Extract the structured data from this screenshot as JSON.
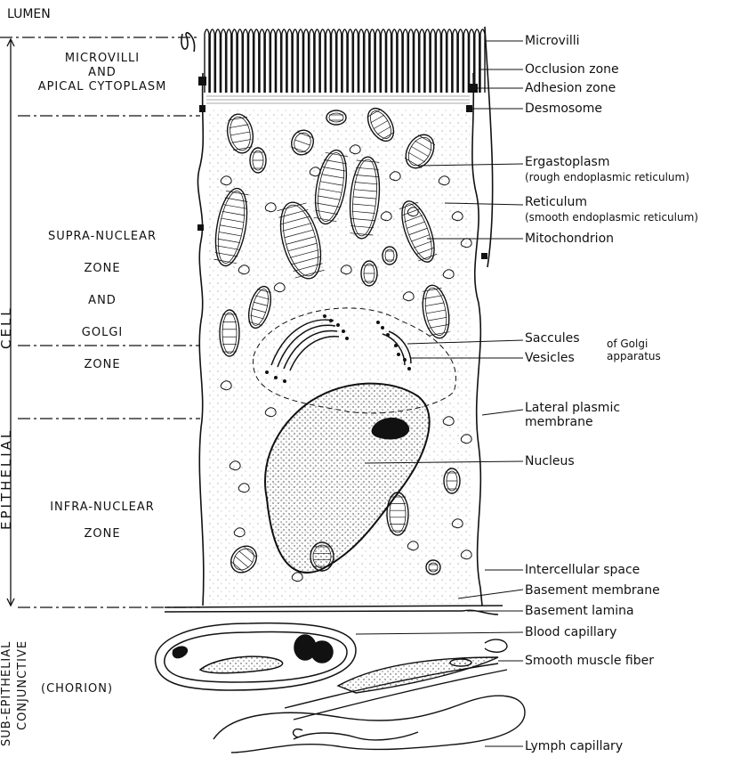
{
  "top_label": "LUMEN",
  "zones": {
    "apical": [
      "MICROVILLI",
      "AND",
      "APICAL CYTOPLASM"
    ],
    "supra": [
      "SUPRA-NUCLEAR",
      "ZONE",
      "AND",
      "GOLGI",
      "ZONE"
    ],
    "infra": [
      "INFRA-NUCLEAR",
      "ZONE"
    ],
    "chorion": "(CHORION)"
  },
  "vertical": {
    "epithelial": "EPITHELIAL",
    "cell": "CELL",
    "sub_epithelial": "SUB-EPITHELIAL",
    "conjunctive": "CONJUNCTIVE"
  },
  "labels": {
    "microvilli": "Microvilli",
    "occlusion": "Occlusion zone",
    "adhesion": "Adhesion zone",
    "desmosome": "Desmosome",
    "ergastoplasm": "Ergastoplasm",
    "ergastoplasm_sub": "(rough endoplasmic reticulum)",
    "reticulum": "Reticulum",
    "reticulum_sub": "(smooth endoplasmic reticulum)",
    "mitochondrion": "Mitochondrion",
    "saccules": "Saccules",
    "vesicles": "Vesicles",
    "golgi_1": "of Golgi",
    "golgi_2": "apparatus",
    "lateral_1": "Lateral plasmic",
    "lateral_2": "membrane",
    "nucleus": "Nucleus",
    "intercellular": "Intercellular space",
    "basement_membrane": "Basement membrane",
    "basement_lamina": "Basement lamina",
    "blood_capillary": "Blood capillary",
    "smooth_muscle": "Smooth muscle fiber",
    "lymph_capillary": "Lymph capillary"
  }
}
